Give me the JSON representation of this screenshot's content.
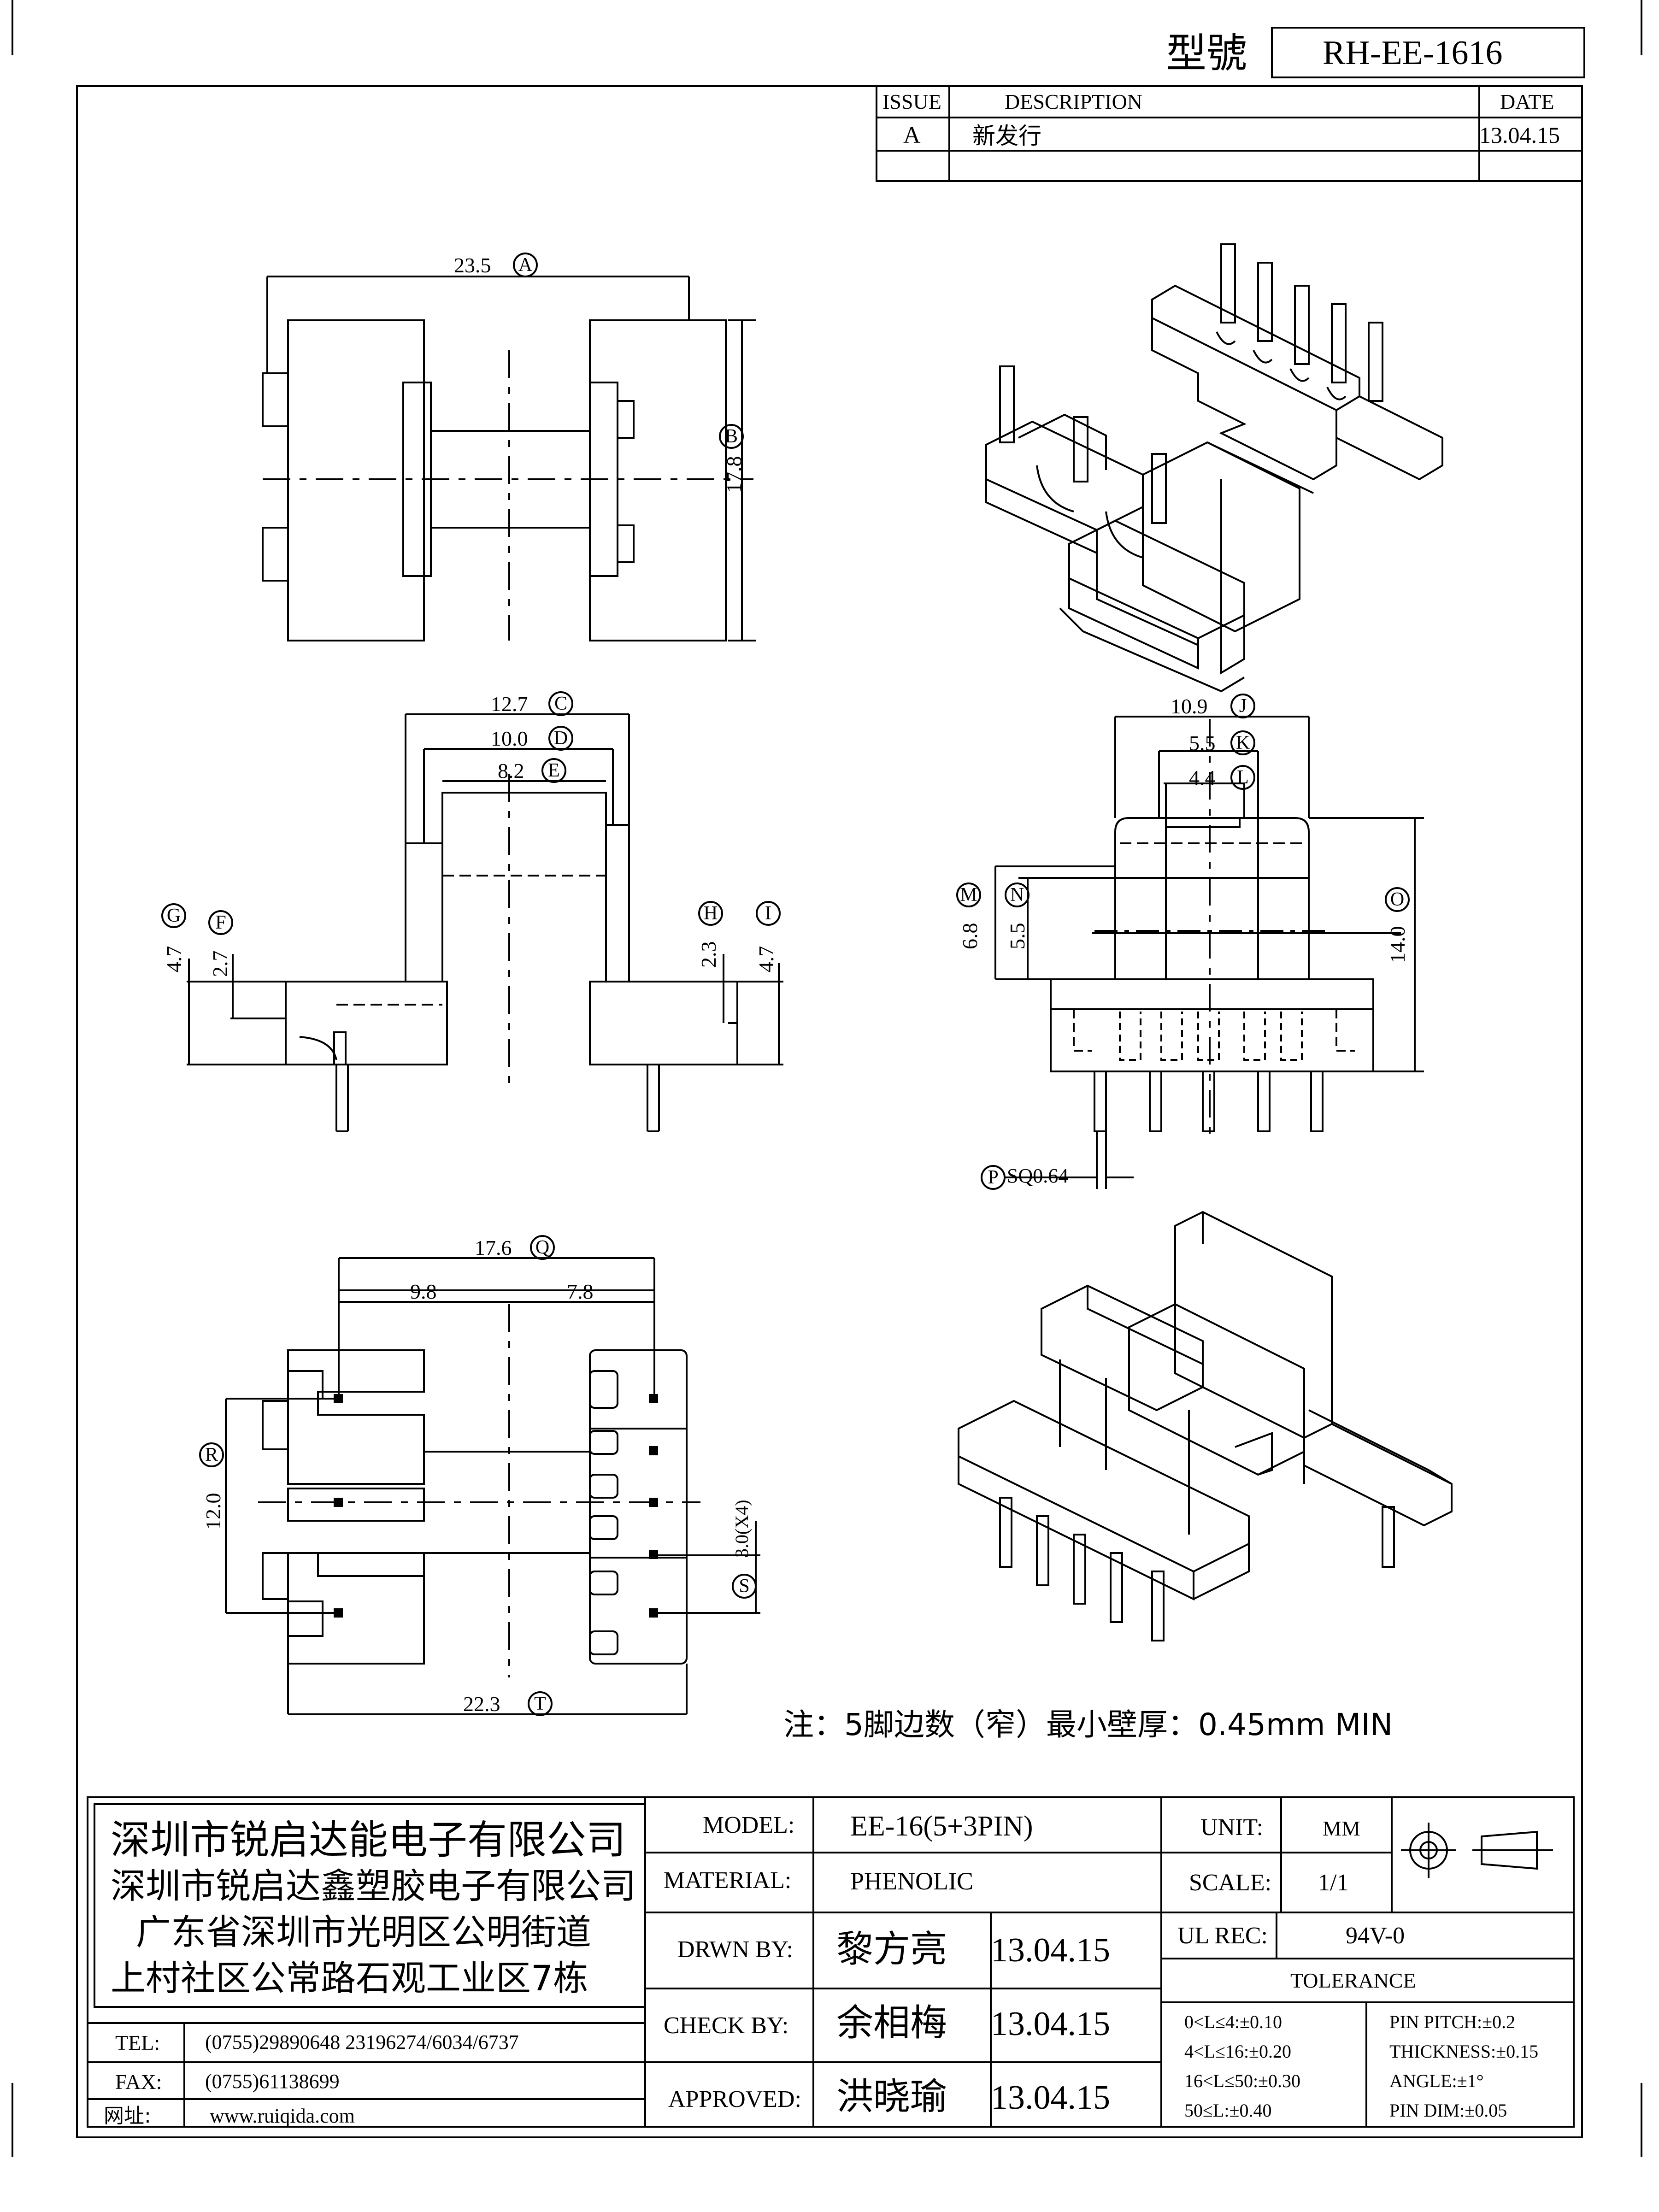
{
  "header": {
    "model_label": "型號",
    "model_value": "RH-EE-1616"
  },
  "revision": {
    "headers": [
      "ISSUE",
      "DESCRIPTION",
      "DATE"
    ],
    "rows": [
      [
        "A",
        "新发行",
        "13.04.15"
      ]
    ]
  },
  "dimensions": {
    "A": "23.5",
    "B": "17.8",
    "C": "12.7",
    "D": "10.0",
    "E": "8.2",
    "G": "4.7",
    "F": "2.7",
    "H": "2.3",
    "I": "4.7",
    "J": "10.9",
    "K": "5.5",
    "L": "4.4",
    "M": "6.8",
    "N": "5.5",
    "O": "14.0",
    "P": "SQ0.64",
    "Q": "17.6",
    "Q_left": "9.8",
    "Q_right": "7.8",
    "R": "12.0",
    "S": "3.0(X4)",
    "T": "22.3"
  },
  "markers": {
    "A": "A",
    "B": "B",
    "C": "C",
    "D": "D",
    "E": "E",
    "F": "F",
    "G": "G",
    "H": "H",
    "I": "I",
    "J": "J",
    "K": "K",
    "L": "L",
    "M": "M",
    "N": "N",
    "O": "O",
    "P": "P",
    "Q": "Q",
    "R": "R",
    "S": "S",
    "T": "T"
  },
  "note": "注：5脚边数（窄）最小壁厚：0.45mm MIN",
  "company": {
    "lines": [
      "深圳市锐启达能电子有限公司",
      "深圳市锐启达鑫塑胶电子有限公司",
      "广东省深圳市光明区公明街道",
      "上村社区公常路石观工业区7栋"
    ],
    "tel_label": "TEL:",
    "tel": "(0755)29890648  23196274/6034/6737",
    "fax_label": "FAX:",
    "fax": "(0755)61138699",
    "web_label": "网址:",
    "web": "www.ruiqida.com"
  },
  "title_block": {
    "model_label": "MODEL:",
    "model": "EE-16(5+3PIN)",
    "material_label": "MATERIAL:",
    "material": "PHENOLIC",
    "drawn_label": "DRWN BY:",
    "drawn_by": "黎方亮",
    "drawn_date": "13.04.15",
    "check_label": "CHECK BY:",
    "check_by": "余相梅",
    "check_date": "13.04.15",
    "approved_label": "APPROVED:",
    "approved_by": "洪晓瑜",
    "approved_date": "13.04.15",
    "unit_label": "UNIT:",
    "unit": "MM",
    "scale_label": "SCALE:",
    "scale": "1/1",
    "ul_label": "UL REC:",
    "ul": "94V-0",
    "tolerance_label": "TOLERANCE",
    "tolerances_left": [
      "0<L≤4:±0.10",
      "4<L≤16:±0.20",
      "16<L≤50:±0.30",
      "50≤L:±0.40"
    ],
    "tolerances_right": [
      "PIN PITCH:±0.2",
      "THICKNESS:±0.15",
      "ANGLE:±1°",
      "PIN DIM:±0.05"
    ]
  }
}
